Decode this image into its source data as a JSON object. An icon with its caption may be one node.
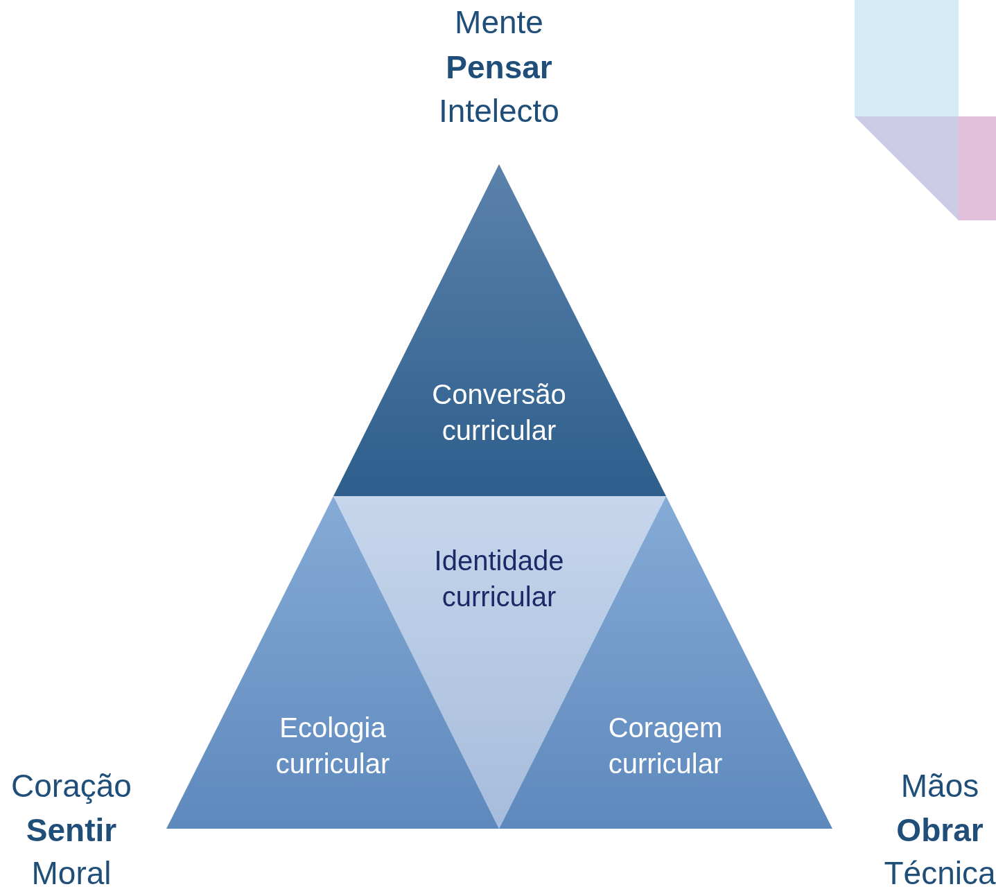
{
  "diagram": {
    "nodes": [
      {
        "text": [
          "Conversão curricular"
        ]
      },
      {
        "text": [
          "Identidade curricular"
        ]
      },
      {
        "text": [
          "Ecologia curricular"
        ]
      },
      {
        "text": [
          "Coragem curricular"
        ]
      }
    ],
    "labels": [
      "Mente",
      "Pensar",
      "Intelecto",
      "Coração",
      "Sentir",
      "Moral",
      "Mãos",
      "Obrar",
      "Técnica"
    ]
  }
}
